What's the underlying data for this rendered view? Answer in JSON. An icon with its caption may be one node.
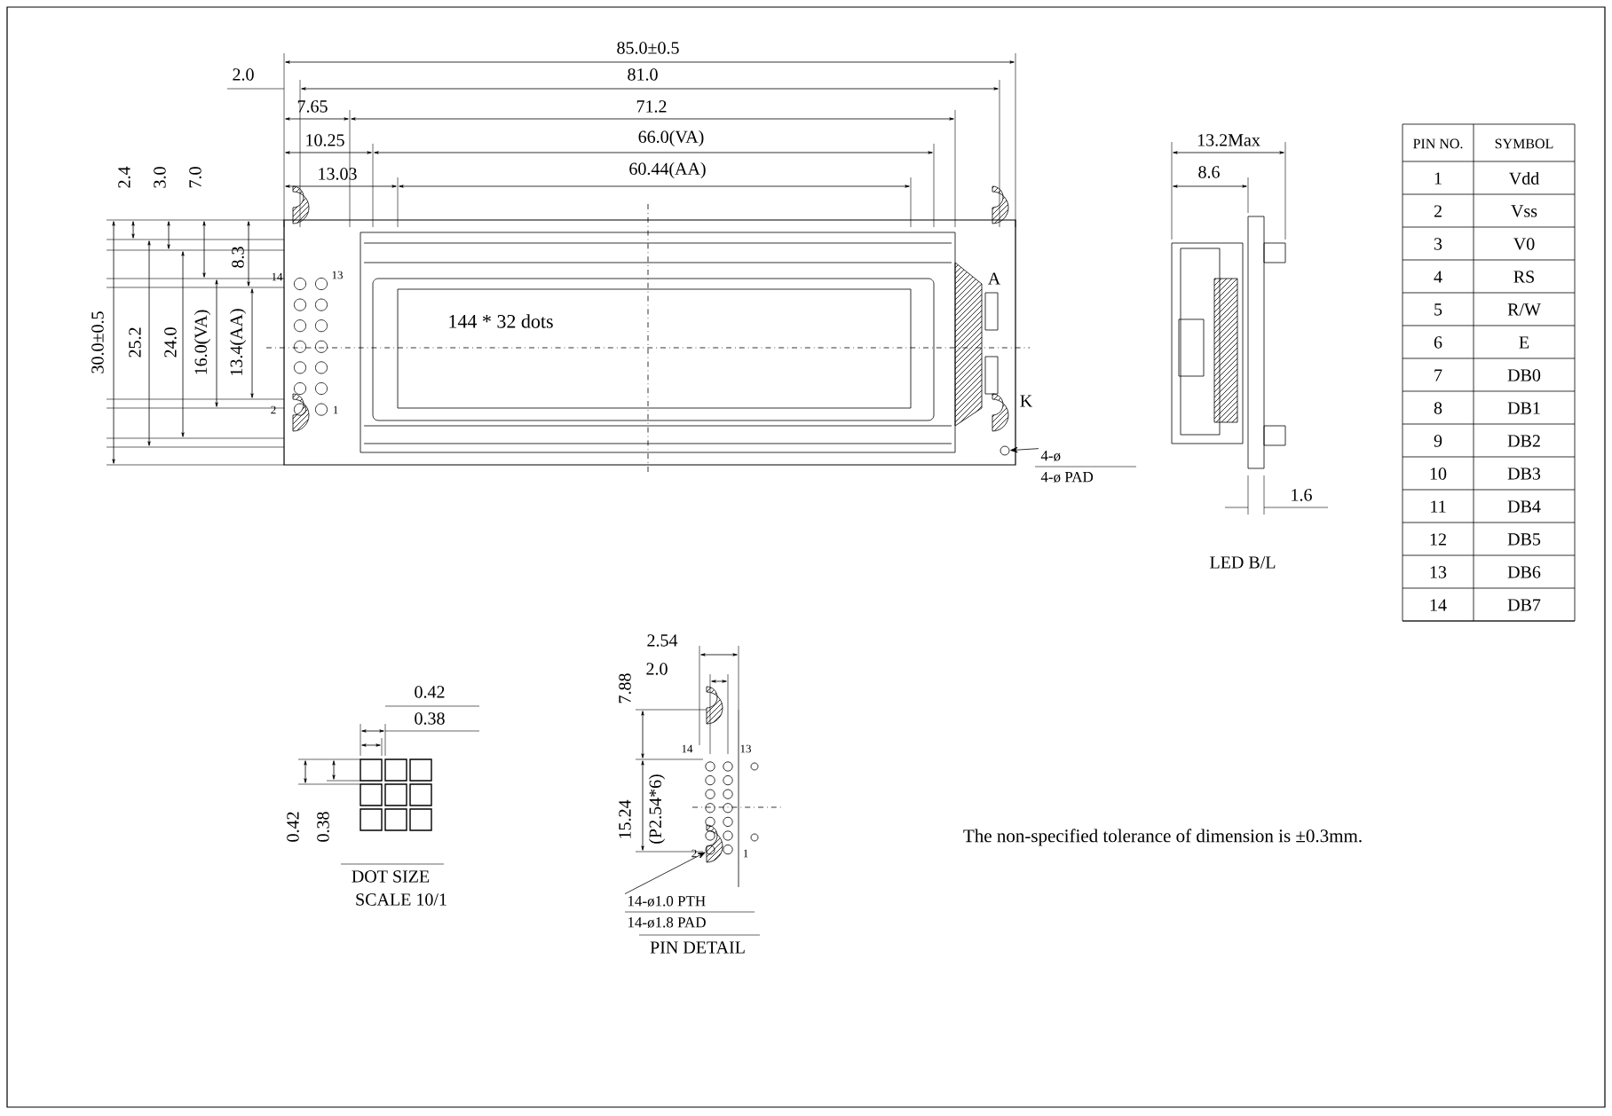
{
  "diagram": {
    "nodes": [
      {
        "text": [
          "4-ø",
          "4-ø PAD"
        ]
      },
      {
        "text": [],
        "shape": "circle"
      },
      {
        "text": [
          "14-ø1.0 PTH",
          "14-ø1.8 PAD"
        ]
      },
      {
        "text": [],
        "shape": "circle"
      }
    ],
    "edges": [
      {
        "from": 0,
        "to": 1,
        "arrow": "to"
      },
      {
        "from": 2,
        "to": 3,
        "arrow": "to"
      }
    ],
    "labels": [
      "85.0±0.5",
      "2.0",
      "81.0",
      "7.65",
      "71.2",
      "10.25",
      "66.0(VA)",
      "13.03",
      "60.44(AA)",
      "13.2Max",
      "8.6",
      "2.4",
      "3.0",
      "7.0",
      "8.3",
      "30.0±0.5",
      "25.2",
      "24.0",
      "16.0(VA)",
      "13.4(AA)",
      "14",
      "13",
      "144 * 32 dots",
      "A",
      "2",
      "1",
      "K",
      "1.6",
      "LED B/L",
      "2.54",
      "2.0",
      "7.88",
      "0.42",
      "0.38",
      "14",
      "13",
      "15.24",
      "(P2.54*6)",
      "0.42",
      "0.38",
      "The non-specified tolerance of dimension is ±0.3mm.",
      "2",
      "1",
      "DOT SIZE",
      "SCALE 10/1",
      "PIN DETAIL",
      "PIN NO.",
      "SYMBOL",
      "1",
      "Vdd",
      "2",
      "Vss",
      "3",
      "V0",
      "4",
      "RS",
      "5",
      "R/W",
      "6",
      "E",
      "7",
      "DB0",
      "8",
      "DB1",
      "9",
      "DB2",
      "10",
      "DB3",
      "11",
      "DB4",
      "12",
      "DB5",
      "13",
      "DB6",
      "14",
      "DB7"
    ]
  }
}
